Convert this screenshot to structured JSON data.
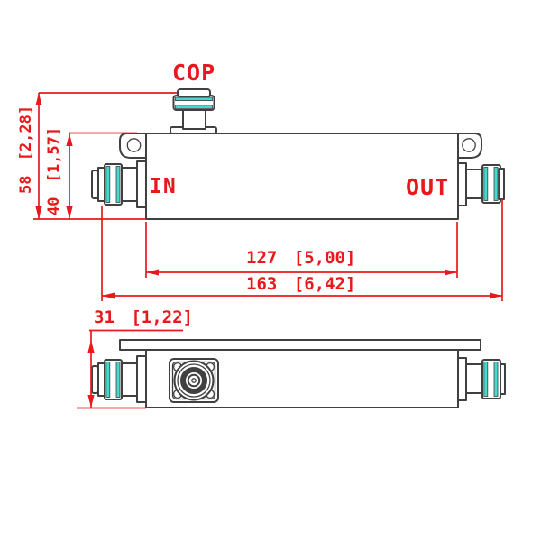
{
  "labels": {
    "cop": "COP",
    "in": "IN",
    "out": "OUT"
  },
  "dimensions": {
    "total_height": "58 [2,28]",
    "body_height": "40 [1,57]",
    "body_length": "127 [5,00]",
    "total_length": "163 [6,42]",
    "depth": "31 [1,22]"
  },
  "colors": {
    "dimension_red": "#e8191d",
    "outline_gray": "#404040",
    "connector_teal": "#45d8cf",
    "background": "#ffffff"
  }
}
